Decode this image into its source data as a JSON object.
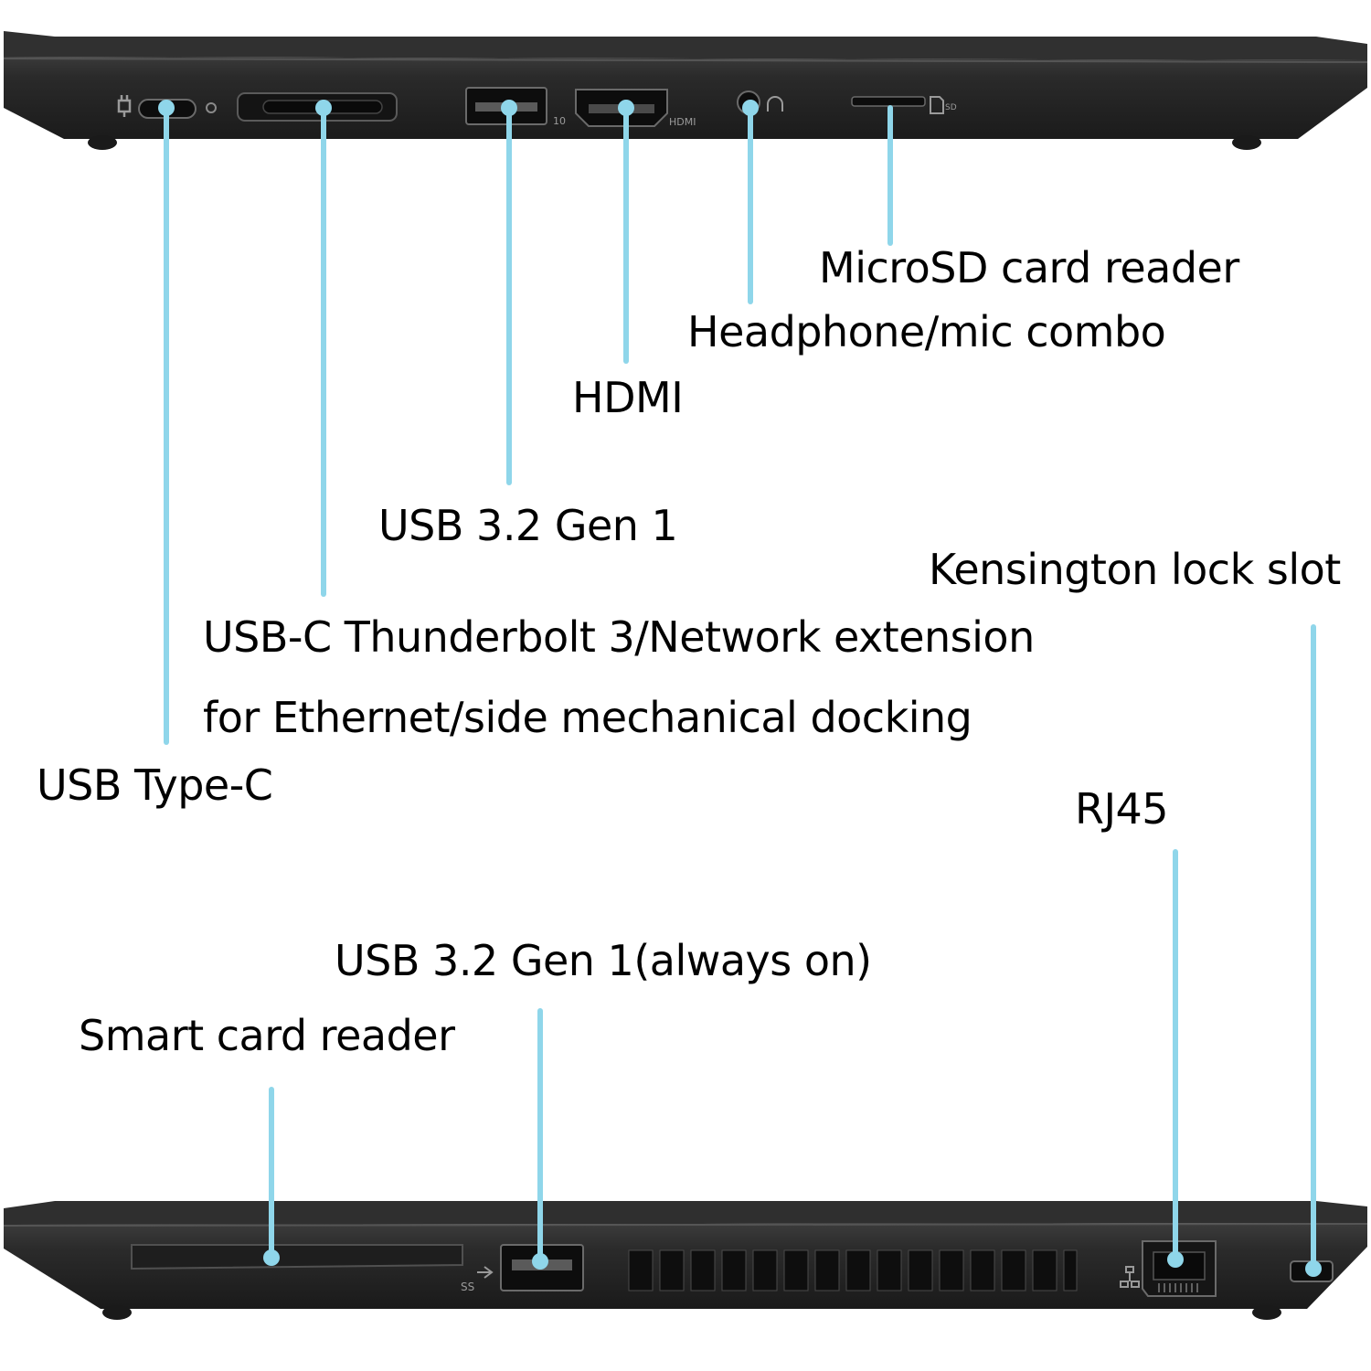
{
  "labels": {
    "usb_type_c": "USB Type-C",
    "thunderbolt_line1": "USB-C Thunderbolt 3/Network extension",
    "thunderbolt_line2": "for Ethernet/side mechanical docking",
    "usb_gen1": "USB 3.2 Gen 1",
    "hdmi": "HDMI",
    "headphone": "Headphone/mic combo",
    "microsd": "MicroSD card reader",
    "kensington": "Kensington lock slot",
    "rj45": "RJ45",
    "usb_always_on": "USB 3.2 Gen 1(always on)",
    "smart_card": "Smart card reader"
  },
  "port_markings": {
    "hdmi": "HDMI",
    "usb_speed": "10",
    "sd": "SD",
    "usb_ss": "SS"
  },
  "colors": {
    "leader_line": "#8fd6ea",
    "laptop_body": "#2b2b2b",
    "laptop_edge": "#4a4a4a",
    "port_hole": "#0d0d0d",
    "label_text": "#000000"
  },
  "icons": {
    "power": "plug-icon",
    "headphone": "headset-icon",
    "network": "network-icon",
    "sd": "sd-card-icon",
    "usb": "usb-icon"
  }
}
